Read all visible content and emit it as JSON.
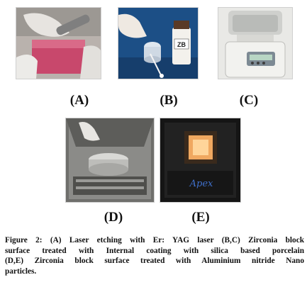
{
  "panels": [
    {
      "id": "A",
      "label": "(A)",
      "description_icon": "laser-etching-photo"
    },
    {
      "id": "B",
      "label": "(B)",
      "description_icon": "silica-coating-photo"
    },
    {
      "id": "C",
      "label": "(C)",
      "description_icon": "porcelain-furnace-photo"
    },
    {
      "id": "D",
      "label": "(D)",
      "description_icon": "sputter-chamber-photo"
    },
    {
      "id": "E",
      "label": "(E)",
      "description_icon": "deposition-chamber-glow-photo"
    }
  ],
  "photo_texts": {
    "bottle_label": "ZB",
    "chamber_brand": "Apex"
  },
  "caption": {
    "lines": [
      "Figure 2: (A) Laser etching with Er: YAG laser (B,C) Zirconia block",
      "surface treated with Internal coating with silica based porcelain",
      "(D,E) Zirconia block surface treated with Aluminium nitride Nano",
      "particles."
    ]
  }
}
